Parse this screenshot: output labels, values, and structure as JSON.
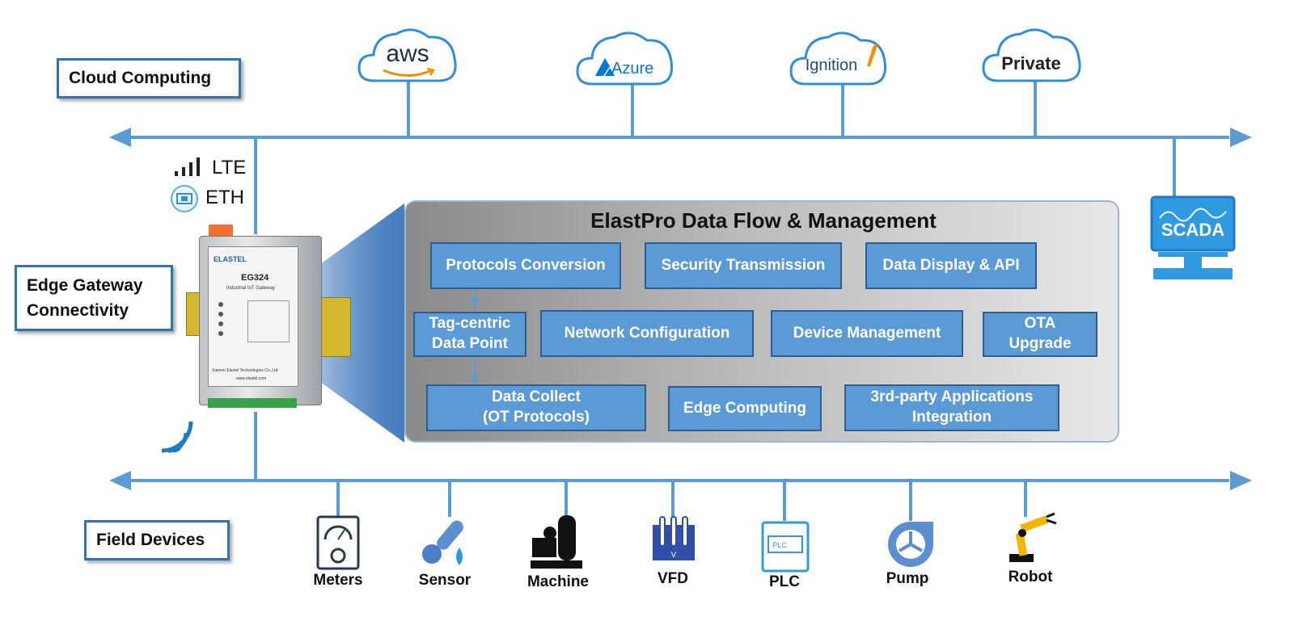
{
  "labels": {
    "cloud": "Cloud Computing",
    "edge_line1": "Edge Gateway",
    "edge_line2": "Connectivity",
    "field": "Field Devices"
  },
  "clouds": [
    {
      "name": "aws"
    },
    {
      "name": "Azure"
    },
    {
      "name": "Ignition"
    },
    {
      "name": "Private"
    }
  ],
  "connectivity": {
    "lte": "LTE",
    "eth": "ETH"
  },
  "scada": "SCADA",
  "gateway": {
    "brand": "ELASTEL",
    "model": "EG324",
    "subtitle": "Industrial IoT Gateway",
    "maker": "Xiamen Elastel Technologies Co.,Ltd",
    "site": "www.elastel.com"
  },
  "panel": {
    "title": "ElastPro Data Flow & Management",
    "features": [
      "Protocols Conversion",
      "Security Transmission",
      "Data Display & API",
      "Tag-centric\nData Point",
      "Network Configuration",
      "Device Management",
      "OTA\nUpgrade",
      "Data Collect\n(OT Protocols)",
      "Edge Computing",
      "3rd-party Applications\nIntegration"
    ]
  },
  "devices": [
    "Meters",
    "Sensor",
    "Machine",
    "VFD",
    "PLC",
    "Pump",
    "Robot"
  ],
  "colors": {
    "bus": "#5b9bd5",
    "box_border": "#2e74b5",
    "feature_fill": "#5b9bd5",
    "icon": "#2f6fb7"
  }
}
